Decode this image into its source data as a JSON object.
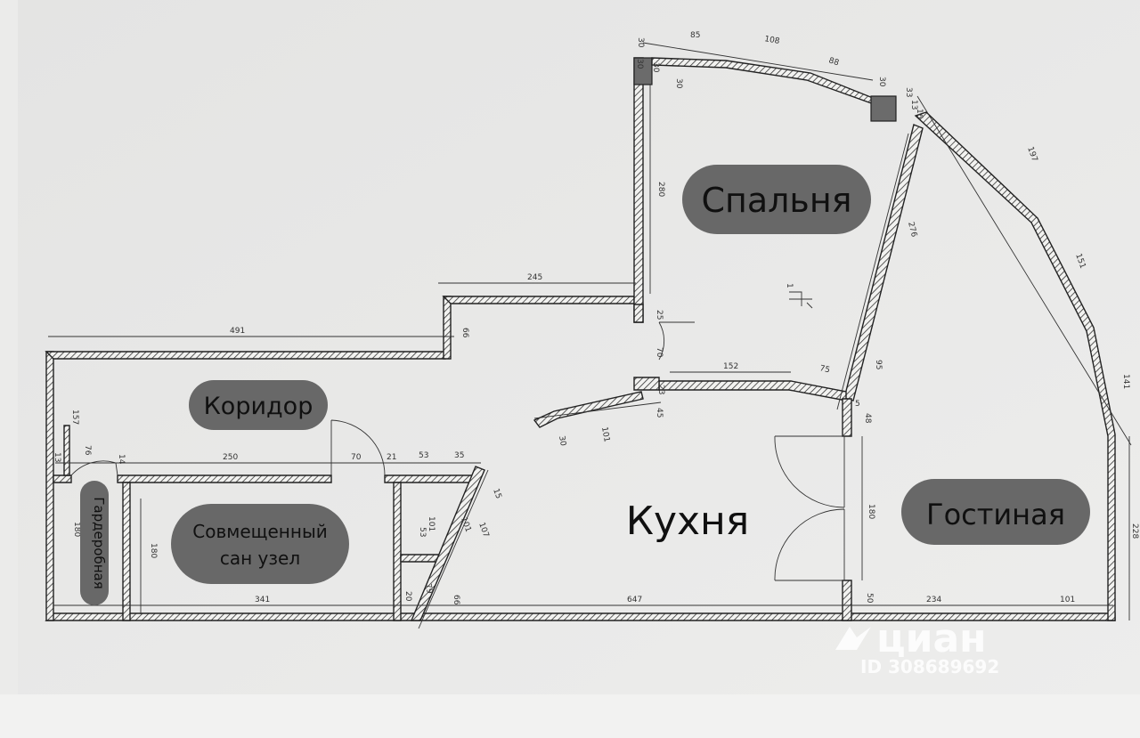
{
  "rooms": {
    "bedroom": "Спальня",
    "corridor": "Коридор",
    "bathroom_line1": "Совмещенный",
    "bathroom_line2": "сан узел",
    "kitchen": "Кухня",
    "living": "Гостиная",
    "wardrobe": "Гардеробная"
  },
  "dimensions": {
    "top_30": "30",
    "top_85": "85",
    "top_108": "108",
    "top_88": "88",
    "top_30b": "30",
    "top_30c": "30",
    "top_30d": "30",
    "top_33": "33",
    "top_13": "13",
    "top_16": "16",
    "top_30e": "30",
    "bed_left_280": "280",
    "diag_276": "276",
    "diag_197": "197",
    "diag_151": "151",
    "right_141": "141",
    "right_228": "228",
    "corr_245": "245",
    "corr_491": "491",
    "corr_66": "66",
    "door_25": "25",
    "door_70": "70",
    "wall_152": "152",
    "wall_75": "75",
    "wall_95": "95",
    "wall_23": "23",
    "wall_45": "45",
    "wall_101": "101",
    "wall_30": "30",
    "wall_5": "5",
    "wall_48": "48",
    "kitchen_180": "180",
    "bottom_50": "50",
    "bottom_234": "234",
    "bottom_101": "101",
    "bottom_647": "647",
    "bath_250": "250",
    "bath_70": "70",
    "bath_21": "21",
    "bath_53": "53",
    "bath_35": "35",
    "bath_15": "15",
    "bath_107": "107",
    "bath_101": "101",
    "bath_101b": "101",
    "bath_53b": "53",
    "bath_180": "180",
    "bath_341": "341",
    "bath_20": "20",
    "bath_79": "79",
    "bath_66": "66",
    "ward_157": "157",
    "ward_76": "76",
    "ward_14": "14",
    "ward_13": "13",
    "ward_180": "180",
    "mark_1": "1"
  },
  "watermark": {
    "brand": "циан",
    "id": "ID 308689692"
  }
}
